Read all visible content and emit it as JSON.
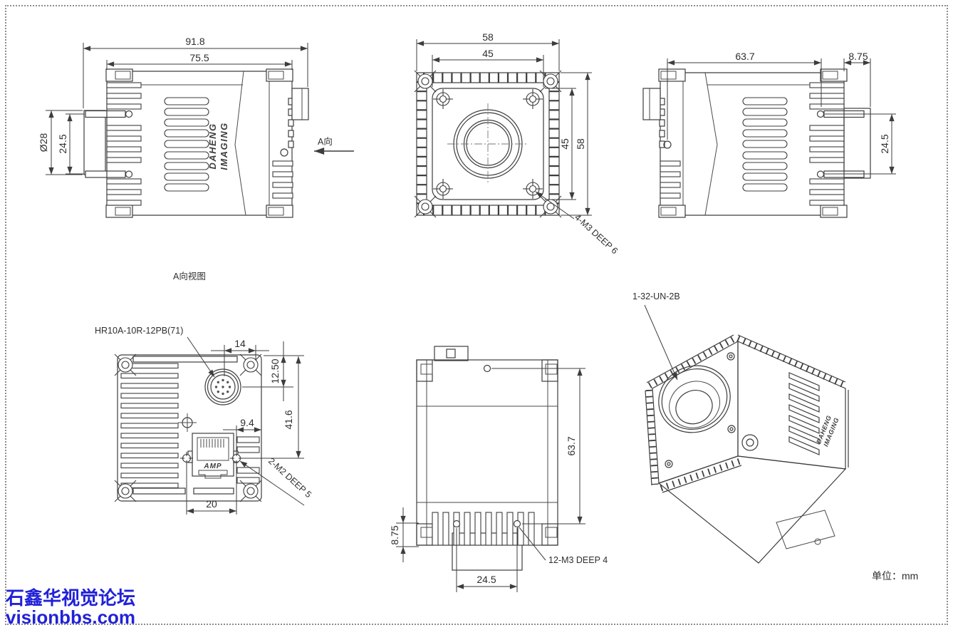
{
  "drawing": {
    "unit_note": "单位：mm",
    "watermark": {
      "line1": "石鑫华视觉论坛",
      "line2": "visionbbs.com",
      "color": "#2121d8"
    },
    "logo": {
      "line1": "DAHENG",
      "line2": "IMAGING"
    },
    "labels": {
      "direction_arrow": "A向",
      "direction_view_title": "A向视图"
    },
    "colors": {
      "line": "#3d3d3d",
      "background": "#ffffff",
      "border_dots": "#8c8c8c"
    },
    "views": {
      "side_left": {
        "dims": {
          "overall_length": "91.8",
          "body_length": "75.5",
          "lens_diameter": "Ø28",
          "boss_spacing": "24.5"
        }
      },
      "front": {
        "dims": {
          "width": "58",
          "mount_width": "45",
          "mount_height": "45",
          "height": "58"
        },
        "thread_note": "4-M3 DEEP 6"
      },
      "side_right": {
        "dims": {
          "body_depth": "63.7",
          "flange_depth": "8.75",
          "boss_spacing": "24.5"
        }
      },
      "rear": {
        "connector_model": "HR10A-10R-12PB(71)",
        "rj45_brand": "AMP",
        "dims": {
          "connector_offset_x": "14",
          "connector_offset_y": "12.50",
          "jack_edge_offset": "9.4",
          "connector_height": "41.6",
          "screw_spacing": "20"
        },
        "thread_note": "2-M2 DEEP 5"
      },
      "top": {
        "dims": {
          "body_depth": "63.7",
          "fin_depth": "8.75",
          "hole_spacing": "24.5"
        },
        "thread_note": "12-M3 DEEP 4"
      },
      "iso": {
        "thread_note": "1-32-UN-2B"
      }
    }
  }
}
